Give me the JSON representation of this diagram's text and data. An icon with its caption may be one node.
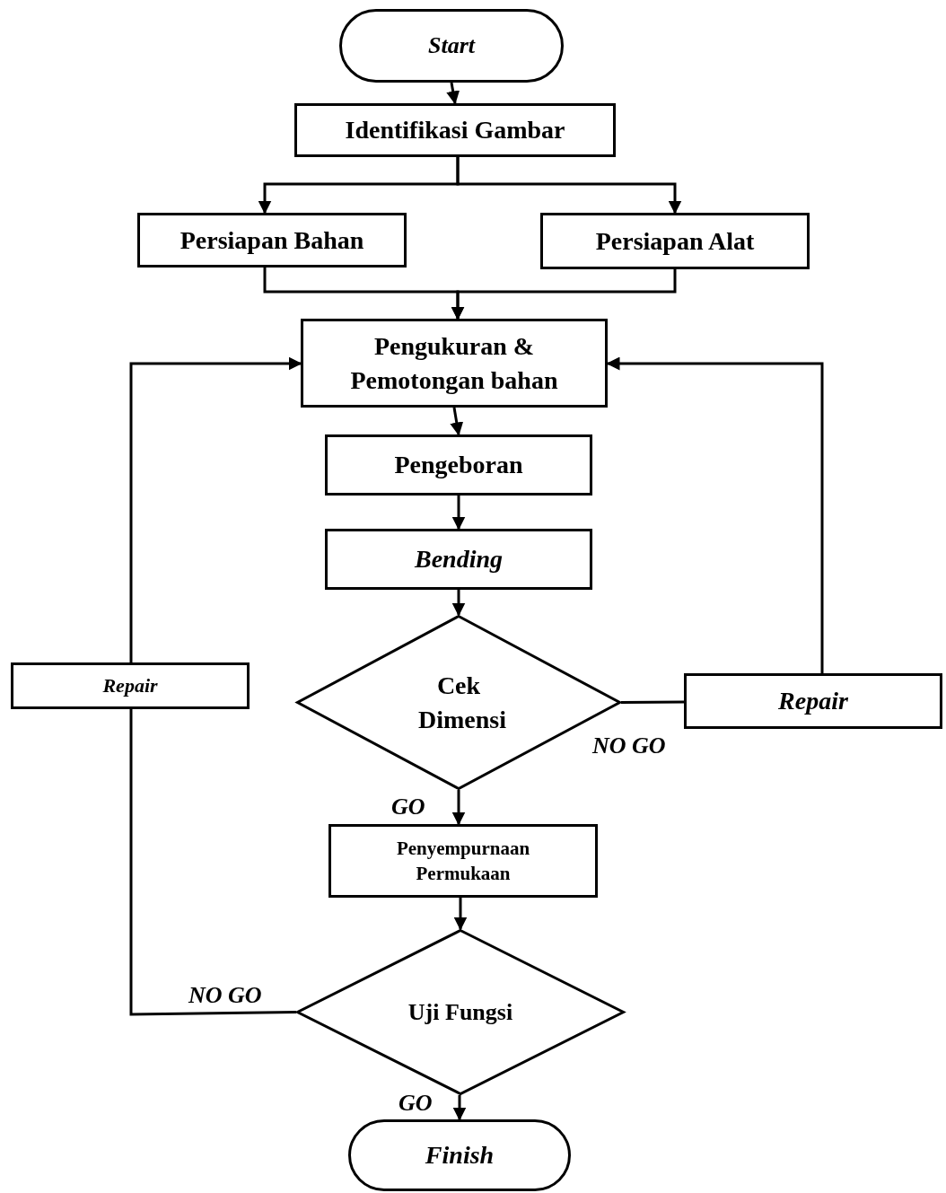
{
  "diagram": {
    "nodes": [
      {
        "text": [
          "Start"
        ]
      },
      {
        "text": [
          "Identifikasi Gambar"
        ]
      },
      {
        "text": [
          "Persiapan Bahan"
        ]
      },
      {
        "text": [
          "Persiapan Alat"
        ]
      },
      {
        "text": [
          "Pengukuran & Pemotongan bahan"
        ]
      },
      {
        "text": [
          "Pengeboran"
        ]
      },
      {
        "text": [
          "Bending"
        ]
      },
      {
        "text": [
          "Cek Dimensi"
        ]
      },
      {
        "text": [
          "Repair"
        ]
      },
      {
        "text": [
          "Repair"
        ]
      },
      {
        "text": [
          "Penyempurnaan Permukaan"
        ]
      },
      {
        "text": [
          "Uji Fungsi"
        ]
      },
      {
        "text": [
          "Finish"
        ]
      }
    ],
    "edges": [
      {
        "from": 0,
        "to": 1,
        "arrow": "to"
      },
      {
        "from": 1,
        "to": 2,
        "arrow": "to"
      },
      {
        "from": 1,
        "to": 3,
        "arrow": "to"
      },
      {
        "from": 2,
        "to": 4,
        "arrow": "to"
      },
      {
        "from": 3,
        "to": 4,
        "arrow": "to"
      },
      {
        "from": 4,
        "to": 5,
        "arrow": "to"
      },
      {
        "from": 5,
        "to": 6,
        "arrow": "to"
      },
      {
        "from": 6,
        "to": 7,
        "arrow": "to"
      },
      {
        "from": 7,
        "to": 8,
        "arrow": "none",
        "label": "NO GO"
      },
      {
        "from": 8,
        "to": 4,
        "arrow": "to"
      },
      {
        "from": 7,
        "to": 10,
        "arrow": "to",
        "label": "GO"
      },
      {
        "from": 10,
        "to": 11,
        "arrow": "to"
      },
      {
        "from": 11,
        "to": 9,
        "arrow": "none",
        "label": "NO GO"
      },
      {
        "from": 9,
        "to": 4,
        "arrow": "to"
      },
      {
        "from": 11,
        "to": 12,
        "arrow": "to",
        "label": "GO"
      }
    ]
  }
}
